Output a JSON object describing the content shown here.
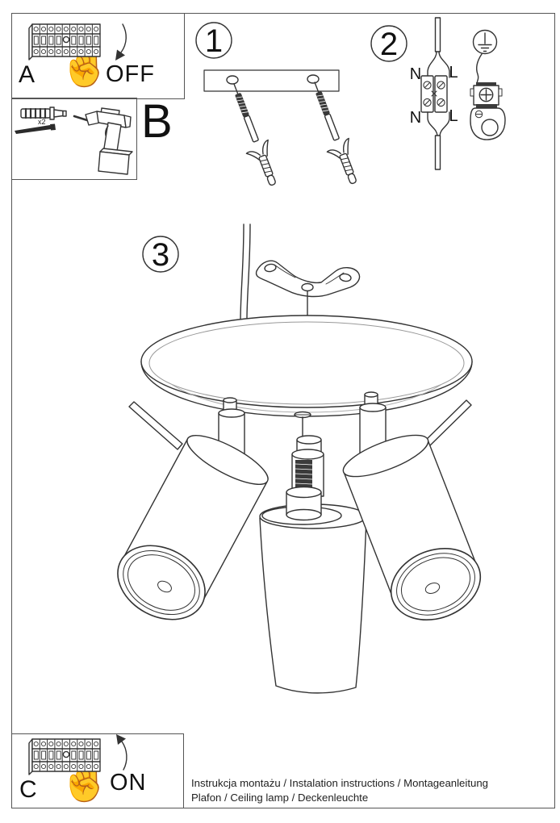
{
  "boxes": {
    "a": {
      "letter": "A",
      "switch_label": "OFF",
      "hand_glyph": "☝"
    },
    "b": {
      "letter": "B",
      "anchor_count_label": "x2"
    },
    "c": {
      "letter": "C",
      "switch_label": "ON",
      "hand_glyph": "☝"
    }
  },
  "steps": {
    "one": {
      "number": "1"
    },
    "two": {
      "number": "2",
      "labels": {
        "n_top": "N",
        "l_top": "L",
        "n_bot": "N",
        "l_bot": "L"
      }
    },
    "three": {
      "number": "3"
    }
  },
  "footer": {
    "line1": "Instrukcja montażu / Instalation instructions / Montageanleitung",
    "line2": "Plafon / Ceiling lamp / Deckenleuchte"
  },
  "colors": {
    "line": "#333333",
    "border": "#555555",
    "text": "#111111"
  }
}
